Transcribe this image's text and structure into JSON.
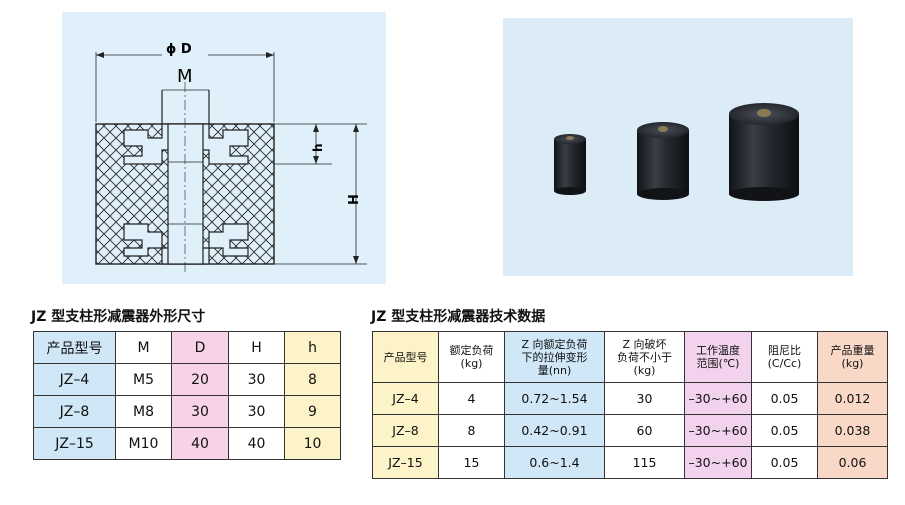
{
  "drawing": {
    "label_phi_d": "ϕ D",
    "label_m": "M",
    "label_h_small": "h",
    "label_h_big": "H"
  },
  "photo": {
    "colors": {
      "rubber": "#1d1f24",
      "panel": "#dcecf7"
    }
  },
  "dimensions": {
    "title": "JZ 型支柱形减震器外形尺寸",
    "headers": [
      "产品型号",
      "M",
      "D",
      "H",
      "h"
    ],
    "rows": [
      [
        "JZ–4",
        "M5",
        "20",
        "30",
        "8"
      ],
      [
        "JZ–8",
        "M8",
        "30",
        "30",
        "9"
      ],
      [
        "JZ–15",
        "M10",
        "40",
        "40",
        "10"
      ]
    ]
  },
  "technical": {
    "title": "JZ 型支柱形减震器技术数据",
    "headers": [
      [
        "产品型号"
      ],
      [
        "额定负荷",
        "(kg)"
      ],
      [
        "Z 向额定负荷",
        "下的拉伸变形",
        "量(nn)"
      ],
      [
        "Z 向破坏",
        "负荷不小于",
        "(kg)"
      ],
      [
        "工作温度",
        "范围(℃)"
      ],
      [
        "阻尼比",
        "(C/Cc)"
      ],
      [
        "产品重量",
        "(kg)"
      ]
    ],
    "rows": [
      [
        "JZ–4",
        "4",
        "0.72~1.54",
        "30",
        "–30~+60",
        "0.05",
        "0.012"
      ],
      [
        "JZ–8",
        "8",
        "0.42~0.91",
        "60",
        "–30~+60",
        "0.05",
        "0.038"
      ],
      [
        "JZ–15",
        "15",
        "0.6~1.4",
        "115",
        "–30~+60",
        "0.05",
        "0.06"
      ]
    ]
  },
  "colors": {
    "blue": "#cfe7f7",
    "pink": "#f6d3e6",
    "yellow": "#fdf3c9",
    "salmon": "#f9d8c8",
    "purple": "#f3d2ee"
  }
}
